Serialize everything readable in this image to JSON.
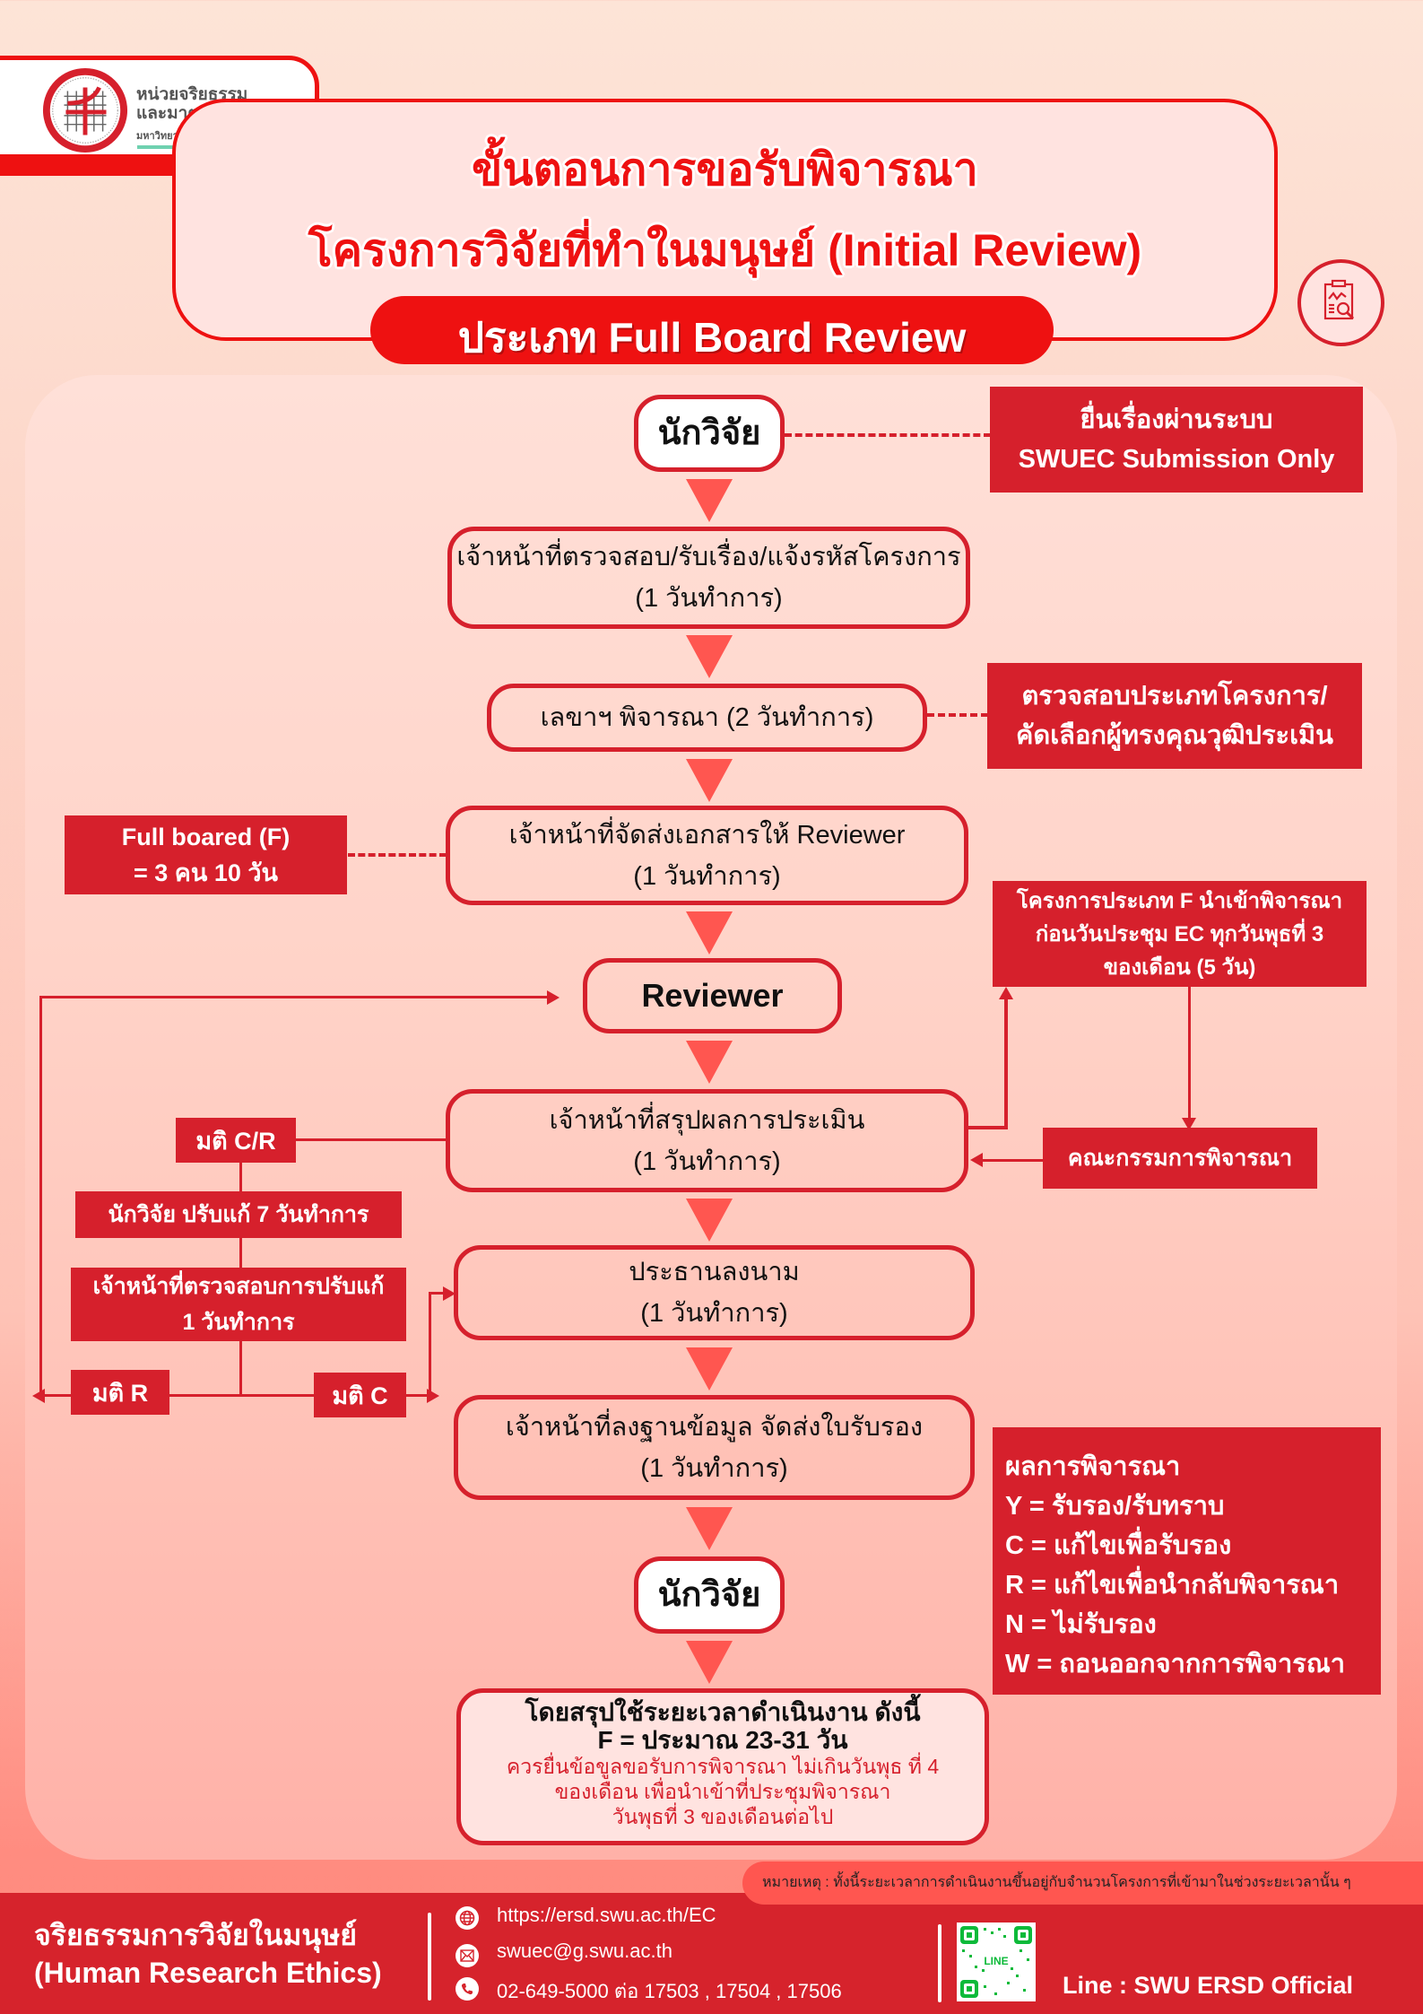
{
  "logo": {
    "line1": "หน่วยจริยธรรม",
    "line2": "และมาตรฐานการวิจัย",
    "line3": "มหาวิทยาลัยศรีนครินทรวิโรฒ"
  },
  "header": {
    "title_line1": "ขั้นตอนการขอรับพิจารณา",
    "title_line2": "โครงการวิจัยที่ทำในมนุษย์ (Initial Review)",
    "subtitle": "ประเภท Full Board Review",
    "icon": "clipboard-analysis-icon"
  },
  "flow": {
    "steps": [
      {
        "id": "researcher-start",
        "line1": "นักวิจัย",
        "line2": ""
      },
      {
        "id": "staff-check",
        "line1": "เจ้าหน้าที่ตรวจสอบ/รับเรื่อง/แจ้งรหัสโครงการ",
        "line2": "(1 วันทำการ)"
      },
      {
        "id": "secretary",
        "line1": "เลขาฯ พิจารณา (2 วันทำการ)",
        "line2": ""
      },
      {
        "id": "staff-send",
        "line1": "เจ้าหน้าที่จัดส่งเอกสารให้ Reviewer",
        "line2": "(1 วันทำการ)"
      },
      {
        "id": "reviewer",
        "line1": "Reviewer",
        "line2": ""
      },
      {
        "id": "staff-summary",
        "line1": "เจ้าหน้าที่สรุปผลการประเมิน",
        "line2": "(1 วันทำการ)"
      },
      {
        "id": "chair-sign",
        "line1": "ประธานลงนาม",
        "line2": "(1 วันทำการ)"
      },
      {
        "id": "staff-record",
        "line1": "เจ้าหน้าที่ลงฐานข้อมูล จัดส่งใบรับรอง",
        "line2": "(1 วันทำการ)"
      },
      {
        "id": "researcher-end",
        "line1": "นักวิจัย",
        "line2": ""
      }
    ],
    "side_notes": {
      "submission": {
        "line1": "ยื่นเรื่องผ่านระบบ",
        "line2": "SWUEC Submission Only"
      },
      "check_type": {
        "line1": "ตรวจสอบประเภทโครงการ/",
        "line2": "คัดเลือกผู้ทรงคุณวุฒิประเมิน"
      },
      "full_board": {
        "line1": "Full boared (F)",
        "line2": "= 3 คน 10 วัน"
      },
      "meeting": {
        "line1": "โครงการประเภท F นำเข้าพิจารณา",
        "line2": "ก่อนวันประชุม EC ทุกวันพุธที่ 3",
        "line3": "ของเดือน (5 วัน)"
      },
      "committee": "คณะกรรมการพิจารณา",
      "resolution_cr": "มติ C/R",
      "researcher_revise": "นักวิจัย ปรับแก้ 7 วันทำการ",
      "staff_revise": {
        "line1": "เจ้าหน้าที่ตรวจสอบการปรับแก้",
        "line2": "1 วันทำการ"
      },
      "resolution_r": "มติ R",
      "resolution_c": "มติ C"
    }
  },
  "legend": {
    "title": "ผลการพิจารณา",
    "items": [
      "Y = รับรอง/รับทราบ",
      "C = แก้ไขเพื่อรับรอง",
      "R = แก้ไขเพื่อนำกลับพิจารณา",
      "N = ไม่รับรอง",
      "W = ถอนออกจากการพิจารณา"
    ]
  },
  "summary": {
    "line1": "โดยสรุปใช้ระยะเวลาดำเนินงาน ดังนี้",
    "line2": "F = ประมาณ 23-31 วัน",
    "line3": "ควรยื่นข้อขูลขอรับการพิจารณา ไม่เกินวันพุธ ที่ 4",
    "line4": "ของเดือน เพื่อนำเข้าที่ประชุมพิจารณา",
    "line5": "วันพุธที่ 3 ของเดือนต่อไป"
  },
  "note": "หมายเหตุ : ทั้งนี้ระยะเวลาการดำเนินงานขึ้นอยู่กับจำนวนโครงการที่เข้ามาในช่วงระยะเวลานั้น ๆ",
  "footer": {
    "title_th": "จริยธรรมการวิจัยในมนุษย์",
    "title_en": "(Human Research Ethics)",
    "website": "https://ersd.swu.ac.th/EC",
    "email": "swuec@g.swu.ac.th",
    "phone": "02-649-5000 ต่อ 17503 , 17504 , 17506",
    "qr_label": "LINE",
    "line_account": "Line : SWU ERSD Official"
  },
  "colors": {
    "primary_red": "#d6202c",
    "title_red": "#ee1111",
    "arrow_coral": "#ff5650",
    "box_pink": "#ffe3e0"
  }
}
